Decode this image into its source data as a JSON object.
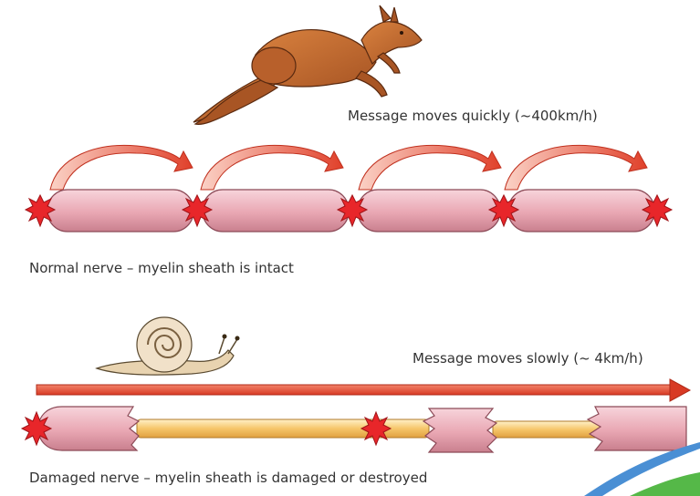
{
  "top": {
    "message": "Message moves quickly (~400km/h)",
    "caption": "Normal nerve – myelin sheath is intact"
  },
  "bottom": {
    "message": "Message moves slowly (~ 4km/h)",
    "caption": "Damaged nerve – myelin sheath is damaged or destroyed"
  },
  "colors": {
    "sheath": "#e9a7b3",
    "sheath_dark": "#b96a7a",
    "node": "#e8262a",
    "arrow": "#e0402a",
    "axon": "#f6c66a",
    "kangaroo": "#c0672e",
    "snail_shell": "#f1e1c9",
    "corner_green": "#55b848",
    "corner_blue": "#4a8fd4"
  },
  "icons": [
    "kangaroo-icon",
    "snail-icon",
    "jump-arrow-icon",
    "node-burst-icon"
  ]
}
